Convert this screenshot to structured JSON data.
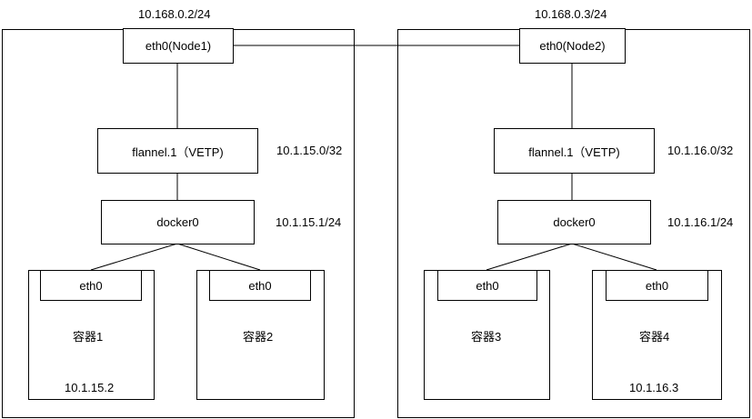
{
  "node1": {
    "ip": "10.168.0.2/24",
    "eth_label": "eth0(Node1)",
    "flannel_label": "flannel.1（VETP)",
    "flannel_ip": "10.1.15.0/32",
    "docker_label": "docker0",
    "docker_ip": "10.1.15.1/24",
    "containers": [
      {
        "eth": "eth0",
        "name": "容器1",
        "ip": "10.1.15.2"
      },
      {
        "eth": "eth0",
        "name": "容器2",
        "ip": ""
      }
    ]
  },
  "node2": {
    "ip": "10.168.0.3/24",
    "eth_label": "eth0(Node2)",
    "flannel_label": "flannel.1（VETP)",
    "flannel_ip": "10.1.16.0/32",
    "docker_label": "docker0",
    "docker_ip": "10.1.16.1/24",
    "containers": [
      {
        "eth": "eth0",
        "name": "容器3",
        "ip": ""
      },
      {
        "eth": "eth0",
        "name": "容器4",
        "ip": "10.1.16.3"
      }
    ]
  }
}
